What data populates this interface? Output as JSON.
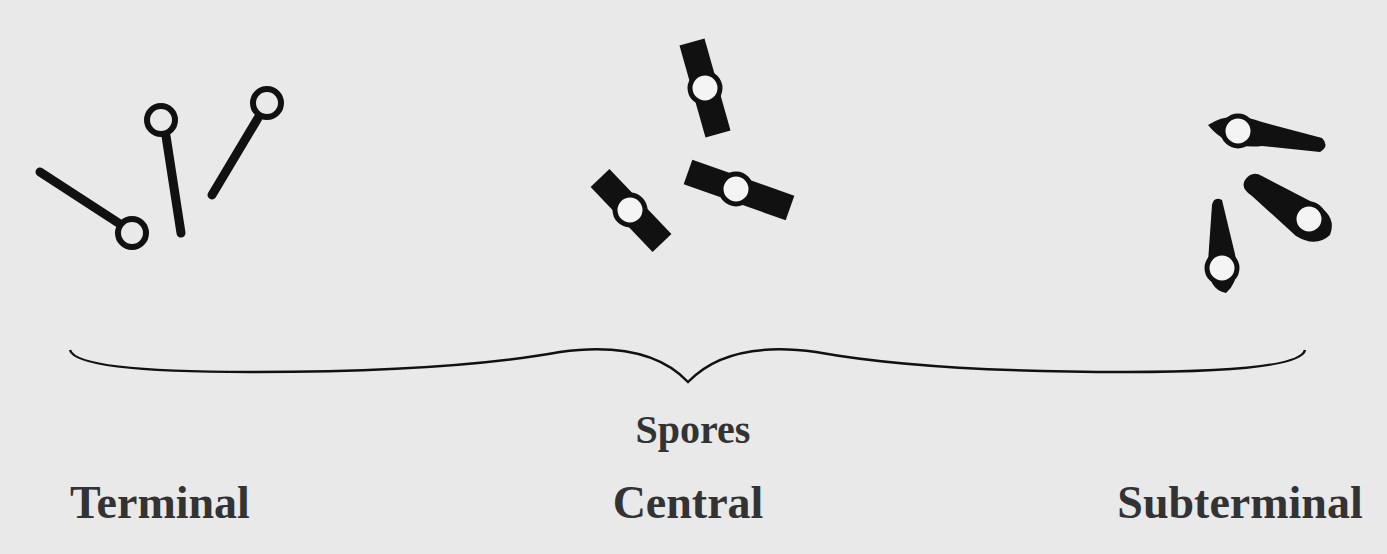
{
  "diagram": {
    "labels": [
      "Spores",
      "Terminal",
      "Central",
      "Subterminal"
    ]
  }
}
